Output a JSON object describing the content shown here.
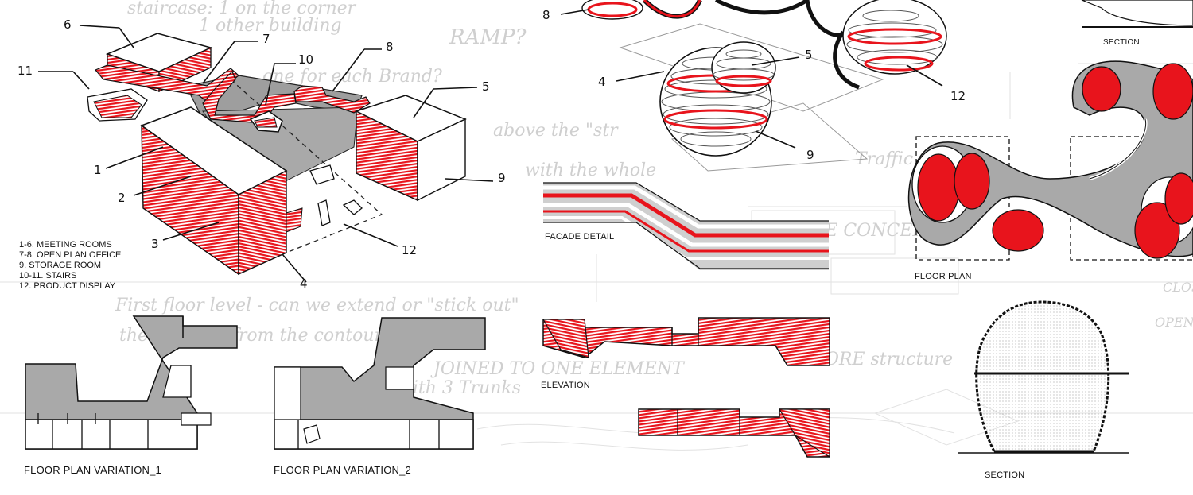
{
  "legend": {
    "lines": [
      "1-6. MEETING ROOMS",
      "7-8. OPEN PLAN OFFICE",
      "9. STORAGE ROOM",
      "10-11. STAIRS",
      "12. PRODUCT DISPLAY"
    ]
  },
  "callouts": {
    "n1": "1",
    "n2": "2",
    "n3": "3",
    "n4": "4",
    "n5": "5",
    "n6": "6",
    "n7": "7",
    "n8": "8",
    "n9": "9",
    "n10": "10",
    "n11": "11",
    "n12": "12",
    "s4": "4",
    "s5": "5",
    "s8": "8",
    "s9": "9",
    "s12": "12"
  },
  "captions": {
    "facade_detail": "FACADE DETAIL",
    "elevation": "ELEVATION",
    "floor_plan": "FLOOR PLAN",
    "section_top": "SECTION",
    "section_bottom": "SECTION",
    "variation_1": "FLOOR PLAN VARIATION_1",
    "variation_2": "FLOOR PLAN VARIATION_2"
  },
  "background_notes": {
    "n_a": "staircase: 1 on the corner",
    "n_b": "1 other building",
    "n_c": "RAMP?",
    "n_d": "one for each Brand?",
    "n_e": "above the \"str",
    "n_f": "with the whole",
    "n_g": "Traffic",
    "n_h": "First floor level - can we extend or \"stick out\"",
    "n_i": "the building from the contour?",
    "n_j": "TREE CONCEPT",
    "n_k": "CORE structure",
    "n_l": "JOINED TO ONE ELEMENT",
    "n_m": "with 3 Trunks",
    "n_n": "CLOS",
    "n_o": "OPEN"
  },
  "colors": {
    "accent": "#e8141c",
    "plan_grey": "#a9a9a9",
    "ink": "#111111"
  }
}
